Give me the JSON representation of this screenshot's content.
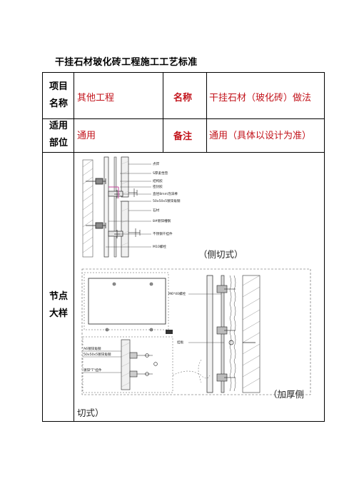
{
  "document": {
    "title": "干挂石材玻化砖工程施工工艺标准"
  },
  "table": {
    "row1": {
      "label": "项目名称",
      "label_line1": "项目",
      "label_line2": "名称",
      "value": "其他工程",
      "key": "名称",
      "key_value": "干挂石材（玻化砖）做法"
    },
    "row2": {
      "label": "适用部位",
      "label_line1": "适用",
      "label_line2": "部位",
      "value": "通用",
      "key": "备注",
      "key_value": "通用（具体以设计为准）"
    },
    "row3": {
      "label": "节点大样",
      "label_line1": "节点",
      "label_line2": "大样",
      "caption_side": "（侧切式）",
      "caption_thick_a": "（加厚侧",
      "caption_thick_b": "切式）"
    }
  },
  "diagram_side": {
    "labels": [
      "点焊",
      "S厚柔性垫",
      "结构胶",
      "密封胶",
      "直径8mm泡沫棒",
      "50x50x5镀锌角钢",
      "石材",
      "8#镀锌槽钢",
      "不锈钢干挂件",
      "M10螺栓"
    ]
  },
  "diagram_thick": {
    "labels": [
      "M6*40螺栓",
      "挂板",
      "A6镀锌角钢",
      "50x50x5镀锌角钢",
      "镀锌\"T\"挂件"
    ]
  },
  "colors": {
    "value_red": "#c2131b",
    "line": "#000000",
    "accent_pink": "#c0449a"
  }
}
